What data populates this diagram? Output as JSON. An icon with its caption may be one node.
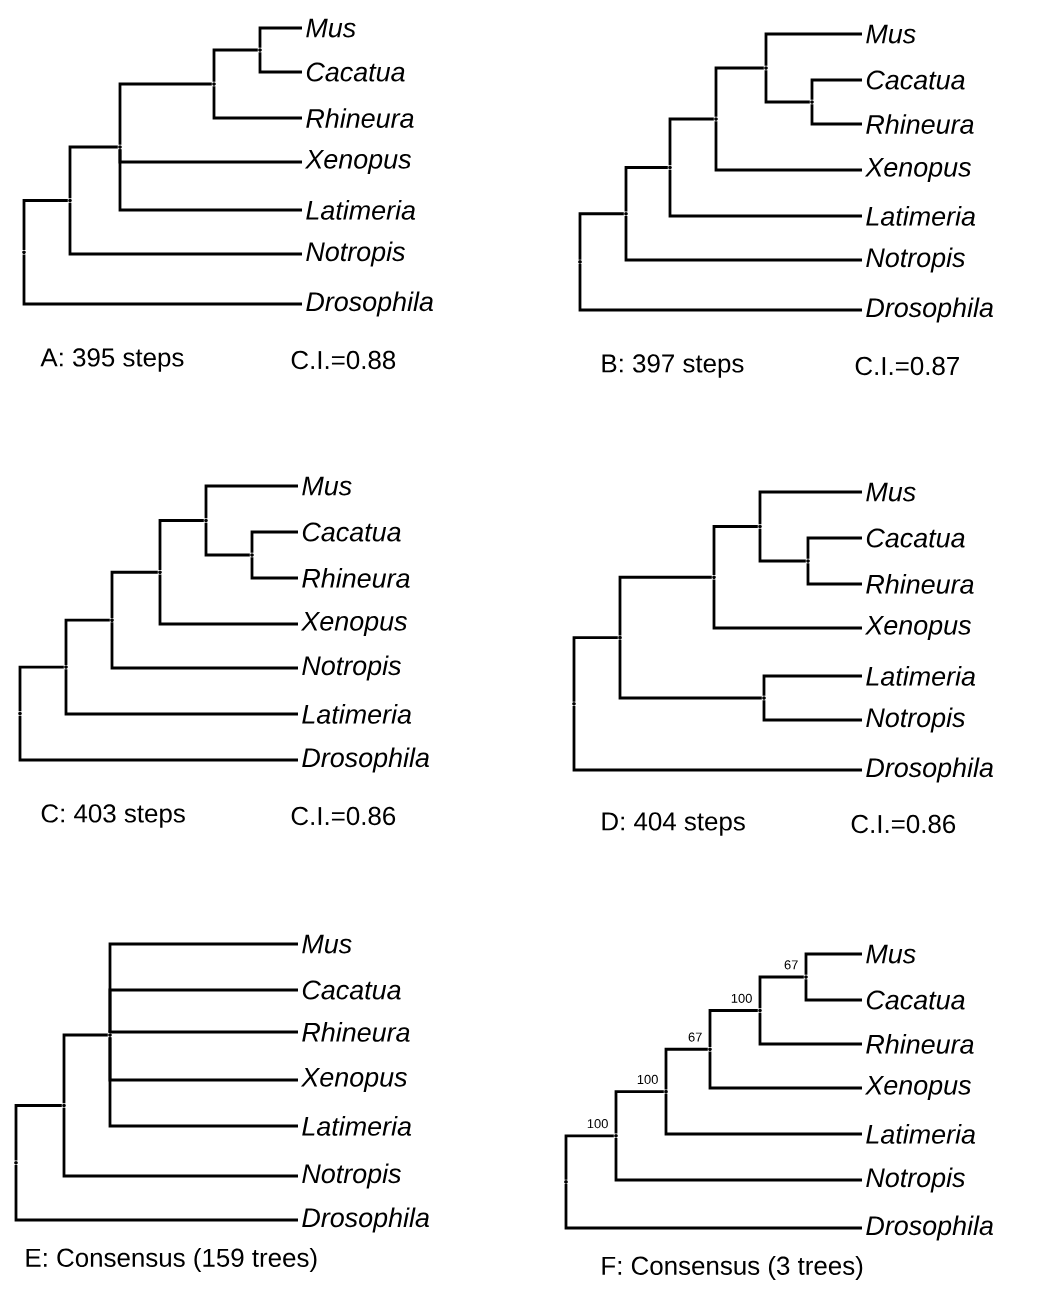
{
  "diagram": {
    "nodes": [
      {
        "text": [],
        "shape": "point"
      },
      {
        "text": [],
        "shape": "point"
      },
      {
        "text": [],
        "shape": "point"
      },
      {
        "text": [],
        "shape": "point"
      },
      {
        "text": [],
        "shape": "point"
      },
      {
        "text": [
          "Mus"
        ]
      },
      {
        "text": [
          "Cacatua"
        ]
      },
      {
        "text": [
          "Rhineura"
        ]
      },
      {
        "text": [
          "Xenopus"
        ]
      },
      {
        "text": [
          "Latimeria"
        ]
      },
      {
        "text": [
          "Notropis"
        ]
      },
      {
        "text": [
          "Drosophila"
        ]
      },
      {
        "text": [],
        "shape": "point"
      },
      {
        "text": [],
        "shape": "point"
      },
      {
        "text": [],
        "shape": "point"
      },
      {
        "text": [],
        "shape": "point"
      },
      {
        "text": [],
        "shape": "point"
      },
      {
        "text": [],
        "shape": "point"
      },
      {
        "text": [
          "Mus"
        ]
      },
      {
        "text": [
          "Cacatua"
        ]
      },
      {
        "text": [
          "Rhineura"
        ]
      },
      {
        "text": [
          "Xenopus"
        ]
      },
      {
        "text": [
          "Latimeria"
        ]
      },
      {
        "text": [
          "Notropis"
        ]
      },
      {
        "text": [
          "Drosophila"
        ]
      },
      {
        "text": [],
        "shape": "point"
      },
      {
        "text": [],
        "shape": "point"
      },
      {
        "text": [],
        "shape": "point"
      },
      {
        "text": [],
        "shape": "point"
      },
      {
        "text": [],
        "shape": "point"
      },
      {
        "text": [],
        "shape": "point"
      },
      {
        "text": [
          "Mus"
        ]
      },
      {
        "text": [
          "Cacatua"
        ]
      },
      {
        "text": [
          "Rhineura"
        ]
      },
      {
        "text": [
          "Xenopus"
        ]
      },
      {
        "text": [
          "Notropis"
        ]
      },
      {
        "text": [
          "Latimeria"
        ]
      },
      {
        "text": [
          "Drosophila"
        ]
      },
      {
        "text": [],
        "shape": "point"
      },
      {
        "text": [],
        "shape": "point"
      },
      {
        "text": [],
        "shape": "point"
      },
      {
        "text": [],
        "shape": "point"
      },
      {
        "text": [],
        "shape": "point"
      },
      {
        "text": [],
        "shape": "point"
      },
      {
        "text": [
          "Mus"
        ]
      },
      {
        "text": [
          "Cacatua"
        ]
      },
      {
        "text": [
          "Rhineura"
        ]
      },
      {
        "text": [
          "Xenopus"
        ]
      },
      {
        "text": [
          "Latimeria"
        ]
      },
      {
        "text": [
          "Notropis"
        ]
      },
      {
        "text": [
          "Drosophila"
        ]
      },
      {
        "text": [],
        "shape": "point"
      },
      {
        "text": [],
        "shape": "point"
      },
      {
        "text": [],
        "shape": "point"
      },
      {
        "text": [
          "Mus"
        ]
      },
      {
        "text": [
          "Cacatua"
        ]
      },
      {
        "text": [
          "Rhineura"
        ]
      },
      {
        "text": [
          "Xenopus"
        ]
      },
      {
        "text": [
          "Latimeria"
        ]
      },
      {
        "text": [
          "Notropis"
        ]
      },
      {
        "text": [
          "Drosophila"
        ]
      },
      {
        "text": [],
        "shape": "point"
      },
      {
        "text": [],
        "shape": "point"
      },
      {
        "text": [],
        "shape": "point"
      },
      {
        "text": [],
        "shape": "point"
      },
      {
        "text": [],
        "shape": "point"
      },
      {
        "text": [],
        "shape": "point"
      },
      {
        "text": [
          "Mus"
        ]
      },
      {
        "text": [
          "Cacatua"
        ]
      },
      {
        "text": [
          "Rhineura"
        ]
      },
      {
        "text": [
          "Xenopus"
        ]
      },
      {
        "text": [
          "Latimeria"
        ]
      },
      {
        "text": [
          "Notropis"
        ]
      },
      {
        "text": [
          "Drosophila"
        ]
      }
    ],
    "edges": [
      {
        "from": 0,
        "to": 1,
        "arrow": "none"
      },
      {
        "from": 0,
        "to": 11,
        "arrow": "none"
      },
      {
        "from": 1,
        "to": 2,
        "arrow": "none"
      },
      {
        "from": 1,
        "to": 10,
        "arrow": "none"
      },
      {
        "from": 2,
        "to": 3,
        "arrow": "none"
      },
      {
        "from": 2,
        "to": 8,
        "arrow": "none"
      },
      {
        "from": 2,
        "to": 9,
        "arrow": "none"
      },
      {
        "from": 3,
        "to": 4,
        "arrow": "none"
      },
      {
        "from": 3,
        "to": 7,
        "arrow": "none"
      },
      {
        "from": 4,
        "to": 5,
        "arrow": "none"
      },
      {
        "from": 4,
        "to": 6,
        "arrow": "none"
      },
      {
        "from": 12,
        "to": 13,
        "arrow": "none"
      },
      {
        "from": 12,
        "to": 24,
        "arrow": "none"
      },
      {
        "from": 13,
        "to": 14,
        "arrow": "none"
      },
      {
        "from": 13,
        "to": 23,
        "arrow": "none"
      },
      {
        "from": 14,
        "to": 15,
        "arrow": "none"
      },
      {
        "from": 14,
        "to": 22,
        "arrow": "none"
      },
      {
        "from": 15,
        "to": 16,
        "arrow": "none"
      },
      {
        "from": 15,
        "to": 21,
        "arrow": "none"
      },
      {
        "from": 16,
        "to": 18,
        "arrow": "none"
      },
      {
        "from": 16,
        "to": 17,
        "arrow": "none"
      },
      {
        "from": 17,
        "to": 19,
        "arrow": "none"
      },
      {
        "from": 17,
        "to": 20,
        "arrow": "none"
      },
      {
        "from": 25,
        "to": 26,
        "arrow": "none"
      },
      {
        "from": 25,
        "to": 37,
        "arrow": "none"
      },
      {
        "from": 26,
        "to": 27,
        "arrow": "none"
      },
      {
        "from": 26,
        "to": 36,
        "arrow": "none"
      },
      {
        "from": 27,
        "to": 28,
        "arrow": "none"
      },
      {
        "from": 27,
        "to": 35,
        "arrow": "none"
      },
      {
        "from": 28,
        "to": 29,
        "arrow": "none"
      },
      {
        "from": 28,
        "to": 34,
        "arrow": "none"
      },
      {
        "from": 29,
        "to": 31,
        "arrow": "none"
      },
      {
        "from": 29,
        "to": 30,
        "arrow": "none"
      },
      {
        "from": 30,
        "to": 32,
        "arrow": "none"
      },
      {
        "from": 30,
        "to": 33,
        "arrow": "none"
      },
      {
        "from": 38,
        "to": 39,
        "arrow": "none"
      },
      {
        "from": 38,
        "to": 50,
        "arrow": "none"
      },
      {
        "from": 39,
        "to": 40,
        "arrow": "none"
      },
      {
        "from": 39,
        "to": 43,
        "arrow": "none"
      },
      {
        "from": 40,
        "to": 41,
        "arrow": "none"
      },
      {
        "from": 40,
        "to": 47,
        "arrow": "none"
      },
      {
        "from": 41,
        "to": 44,
        "arrow": "none"
      },
      {
        "from": 41,
        "to": 42,
        "arrow": "none"
      },
      {
        "from": 42,
        "to": 45,
        "arrow": "none"
      },
      {
        "from": 42,
        "to": 46,
        "arrow": "none"
      },
      {
        "from": 43,
        "to": 48,
        "arrow": "none"
      },
      {
        "from": 43,
        "to": 49,
        "arrow": "none"
      },
      {
        "from": 51,
        "to": 52,
        "arrow": "none"
      },
      {
        "from": 51,
        "to": 60,
        "arrow": "none"
      },
      {
        "from": 52,
        "to": 53,
        "arrow": "none"
      },
      {
        "from": 52,
        "to": 59,
        "arrow": "none"
      },
      {
        "from": 53,
        "to": 54,
        "arrow": "none"
      },
      {
        "from": 53,
        "to": 55,
        "arrow": "none"
      },
      {
        "from": 53,
        "to": 56,
        "arrow": "none"
      },
      {
        "from": 53,
        "to": 57,
        "arrow": "none"
      },
      {
        "from": 53,
        "to": 58,
        "arrow": "none"
      },
      {
        "from": 61,
        "to": 62,
        "arrow": "none",
        "label": "100"
      },
      {
        "from": 61,
        "to": 73,
        "arrow": "none"
      },
      {
        "from": 62,
        "to": 63,
        "arrow": "none",
        "label": "100"
      },
      {
        "from": 62,
        "to": 72,
        "arrow": "none"
      },
      {
        "from": 63,
        "to": 64,
        "arrow": "none",
        "label": "67"
      },
      {
        "from": 63,
        "to": 71,
        "arrow": "none"
      },
      {
        "from": 64,
        "to": 65,
        "arrow": "none",
        "label": "100"
      },
      {
        "from": 64,
        "to": 70,
        "arrow": "none"
      },
      {
        "from": 65,
        "to": 66,
        "arrow": "none",
        "label": "67"
      },
      {
        "from": 65,
        "to": 69,
        "arrow": "none"
      },
      {
        "from": 66,
        "to": 67,
        "arrow": "none"
      },
      {
        "from": 66,
        "to": 68,
        "arrow": "none"
      }
    ],
    "labels": [
      "A: 395 steps",
      "C.I.=0.88",
      "B: 397 steps",
      "C.I.=0.87",
      "C: 403 steps",
      "C.I.=0.86",
      "D: 404 steps",
      "C.I.=0.86",
      "E: Consensus (159 trees)",
      "F: Consensus (3 trees)"
    ]
  }
}
